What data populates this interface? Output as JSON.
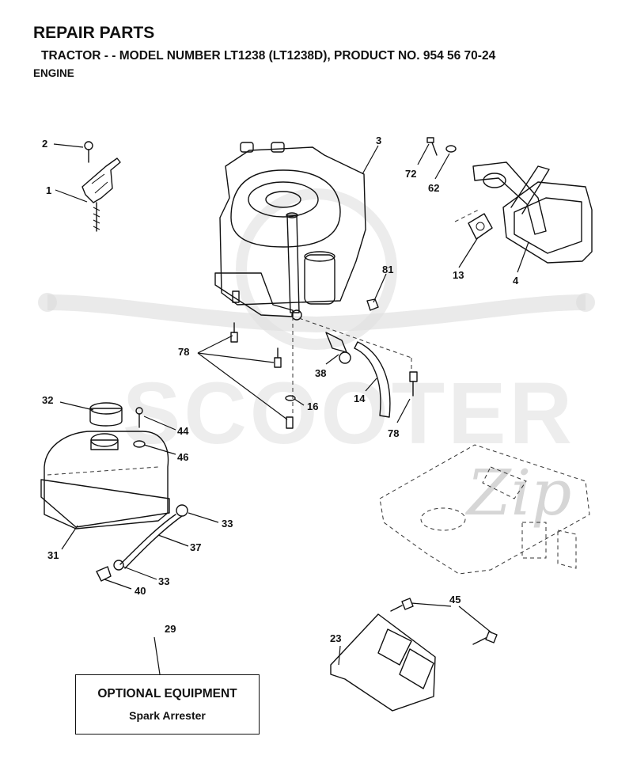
{
  "header": {
    "title": "REPAIR PARTS",
    "subtitle": "TRACTOR - - MODEL NUMBER LT1238 (LT1238D), PRODUCT NO. 954 56 70-24",
    "section": "ENGINE"
  },
  "watermark": {
    "text": "SCOOTER",
    "script": "Zip"
  },
  "callouts": {
    "c1": "1",
    "c2": "2",
    "c3": "3",
    "c4": "4",
    "c13": "13",
    "c14": "14",
    "c16": "16",
    "c23": "23",
    "c29": "29",
    "c31": "31",
    "c32": "32",
    "c33a": "33",
    "c33b": "33",
    "c37": "37",
    "c38": "38",
    "c40": "40",
    "c44": "44",
    "c45": "45",
    "c46": "46",
    "c62": "62",
    "c72": "72",
    "c78a": "78",
    "c78b": "78",
    "c81": "81"
  },
  "optional_equipment": {
    "title": "OPTIONAL EQUIPMENT",
    "item": "Spark Arrester"
  }
}
